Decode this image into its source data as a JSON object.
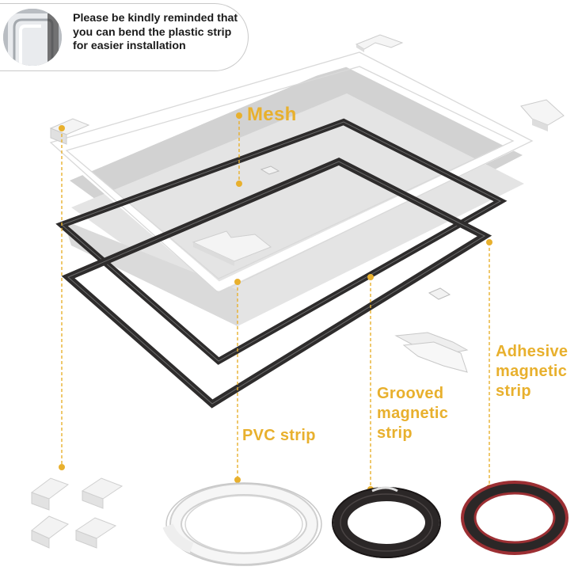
{
  "notice": {
    "text": "Please be kindly reminded that you can bend the plastic strip for easier installation"
  },
  "labels": {
    "mesh": "Mesh",
    "pvc_strip": "PVC strip",
    "grooved_magnetic_strip": "Grooved magnetic strip",
    "adhesive_magnetic_strip": "Adhesive magnetic strip"
  },
  "colors": {
    "accent": "#e8b02d",
    "magnet": "#2e2c2c",
    "mesh": "#cfcfcf",
    "adhesive_backing": "#9c2f33"
  }
}
